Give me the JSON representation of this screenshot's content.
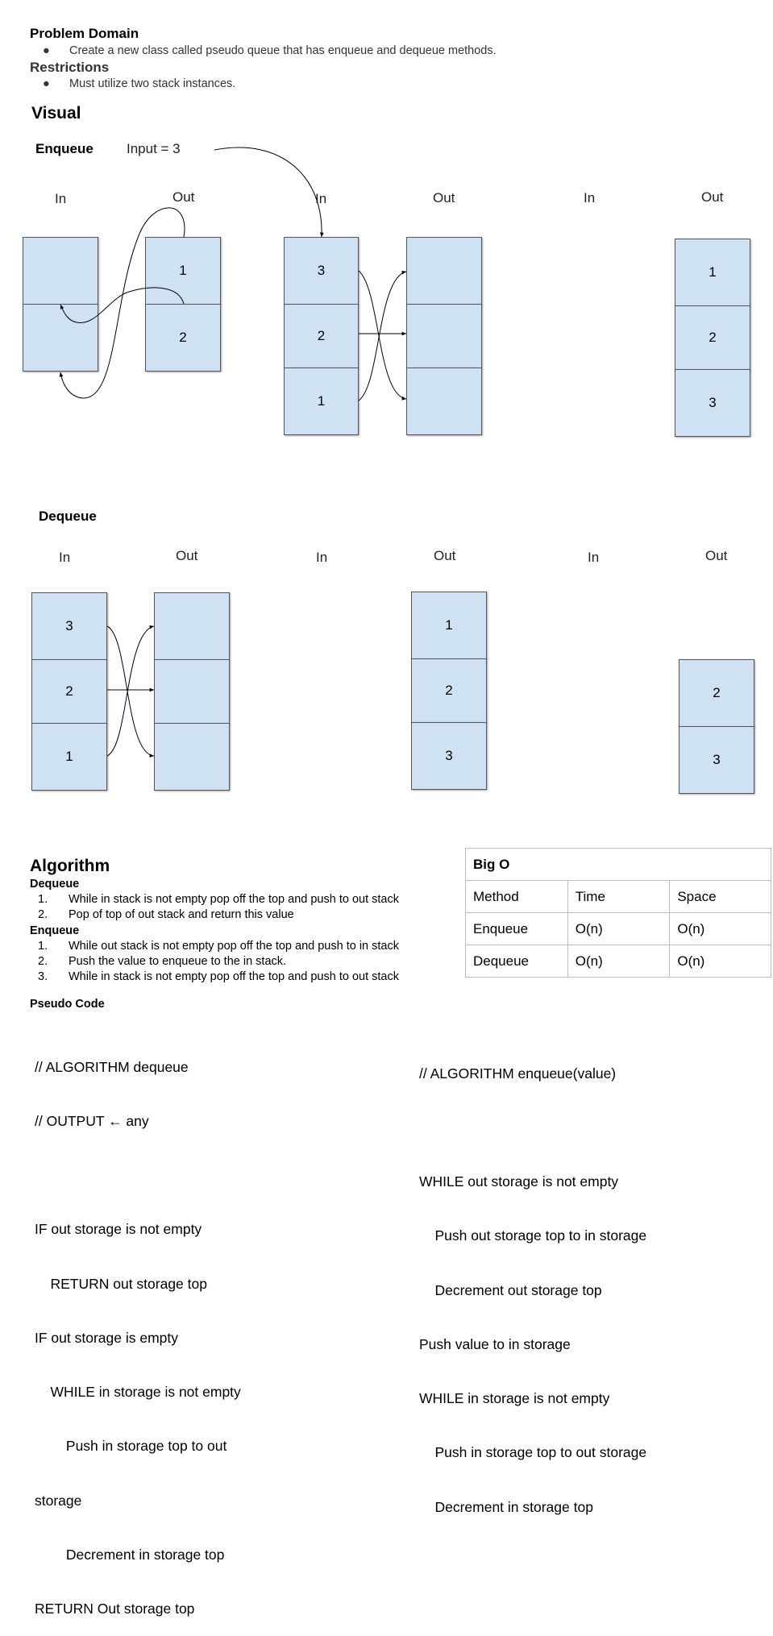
{
  "problem_domain": {
    "heading": "Problem Domain",
    "bullet": "●",
    "item": "Create a new class called pseudo queue that has enqueue and dequeue methods."
  },
  "restrictions": {
    "heading": "Restrictions",
    "item": "Must utilize two stack instances."
  },
  "visual": {
    "heading": "Visual",
    "enqueue_label": "Enqueue",
    "input_label": "Input = 3",
    "dequeue_label": "Dequeue",
    "in_label": "In",
    "out_label": "Out",
    "enqueue_steps": [
      {
        "in": [
          "",
          ""
        ],
        "out": [
          "1",
          "2"
        ]
      },
      {
        "in": [
          "3",
          "2",
          "1"
        ],
        "out": [
          "",
          "",
          ""
        ]
      },
      {
        "in": [],
        "out": [
          "1",
          "2",
          "3"
        ]
      }
    ],
    "dequeue_steps": [
      {
        "in": [
          "3",
          "2",
          "1"
        ],
        "out": [
          "",
          "",
          ""
        ]
      },
      {
        "in": [],
        "out": [
          "1",
          "2",
          "3"
        ]
      },
      {
        "in": [],
        "out": [
          "2",
          "3"
        ]
      }
    ]
  },
  "algorithm": {
    "heading": "Algorithm",
    "dequeue_heading": "Dequeue",
    "dequeue_steps": [
      {
        "n": "1.",
        "text": "While in stack is not empty pop off the top and push to out stack"
      },
      {
        "n": "2.",
        "text": "Pop of top of out stack and return this value"
      }
    ],
    "enqueue_heading": "Enqueue",
    "enqueue_steps": [
      {
        "n": "1.",
        "text": "While out stack is not empty pop off the top and push to in stack"
      },
      {
        "n": "2.",
        "text": "Push the value to enqueue to the in stack."
      },
      {
        "n": "3.",
        "text": "While in stack is not empty pop off the top and push to out stack"
      }
    ]
  },
  "big_o": {
    "title": "Big O",
    "headers": [
      "Method",
      "Time",
      "Space"
    ],
    "rows": [
      [
        "Enqueue",
        "O(n)",
        "O(n)"
      ],
      [
        "Dequeue",
        "O(n)",
        "O(n)"
      ]
    ]
  },
  "pseudo_code": {
    "heading": "Pseudo Code",
    "dequeue_lines": [
      "// ALGORITHM dequeue",
      "// OUTPUT ← any",
      "",
      "IF out storage is not empty",
      "    RETURN out storage top",
      "IF out storage is empty",
      "    WHILE in storage is not empty",
      "        Push in storage top to out",
      "storage",
      "        Decrement in storage top",
      "RETURN Out storage top"
    ],
    "enqueue_lines": [
      "// ALGORITHM enqueue(value)",
      "",
      "WHILE out storage is not empty",
      "    Push out storage top to in storage",
      "    Decrement out storage top",
      "Push value to in storage",
      "WHILE in storage is not empty",
      "    Push in storage top to out storage",
      "    Decrement in storage top"
    ]
  }
}
